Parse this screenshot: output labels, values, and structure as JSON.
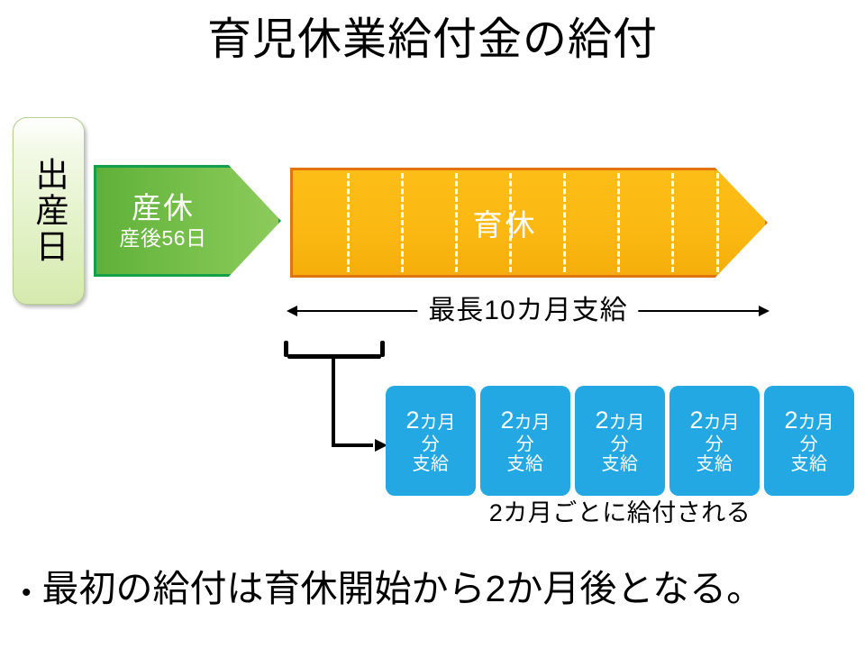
{
  "slide": {
    "title": "育児休業給付金の給付"
  },
  "birth_box": {
    "label": "出産日",
    "color": "#d5eaae"
  },
  "maternity_leave": {
    "title": "産休",
    "subtitle": "産後56日",
    "color": "#74be48",
    "border_color": "#14a04a"
  },
  "childcare_leave": {
    "label": "育休",
    "color": "#fbb812",
    "border_color": "#e2730f",
    "divider_count": 9,
    "divider_positions_pct": [
      11.5,
      22.9,
      34.4,
      45.8,
      57.3,
      68.7,
      80.2,
      89.6
    ]
  },
  "span_measure": {
    "label": "最長10カ月支給",
    "arrow": "double-headed"
  },
  "first_period_bracket": {
    "label": ""
  },
  "payments": {
    "boxes": [
      {
        "amount_num": "2",
        "amount_unit": "カ月",
        "line2": "分",
        "line3": "支給"
      },
      {
        "amount_num": "2",
        "amount_unit": "カ月",
        "line2": "分",
        "line3": "支給"
      },
      {
        "amount_num": "2",
        "amount_unit": "カ月",
        "line2": "分",
        "line3": "支給"
      },
      {
        "amount_num": "2",
        "amount_unit": "カ月",
        "line2": "分",
        "line3": "支給"
      },
      {
        "amount_num": "2",
        "amount_unit": "カ月",
        "line2": "分",
        "line3": "支給"
      }
    ],
    "caption": "2カ月ごとに給付される",
    "color": "#23a8e4"
  },
  "bottom_note": {
    "bullet": "•",
    "text": "最初の給付は育休開始から2か月後となる。"
  }
}
